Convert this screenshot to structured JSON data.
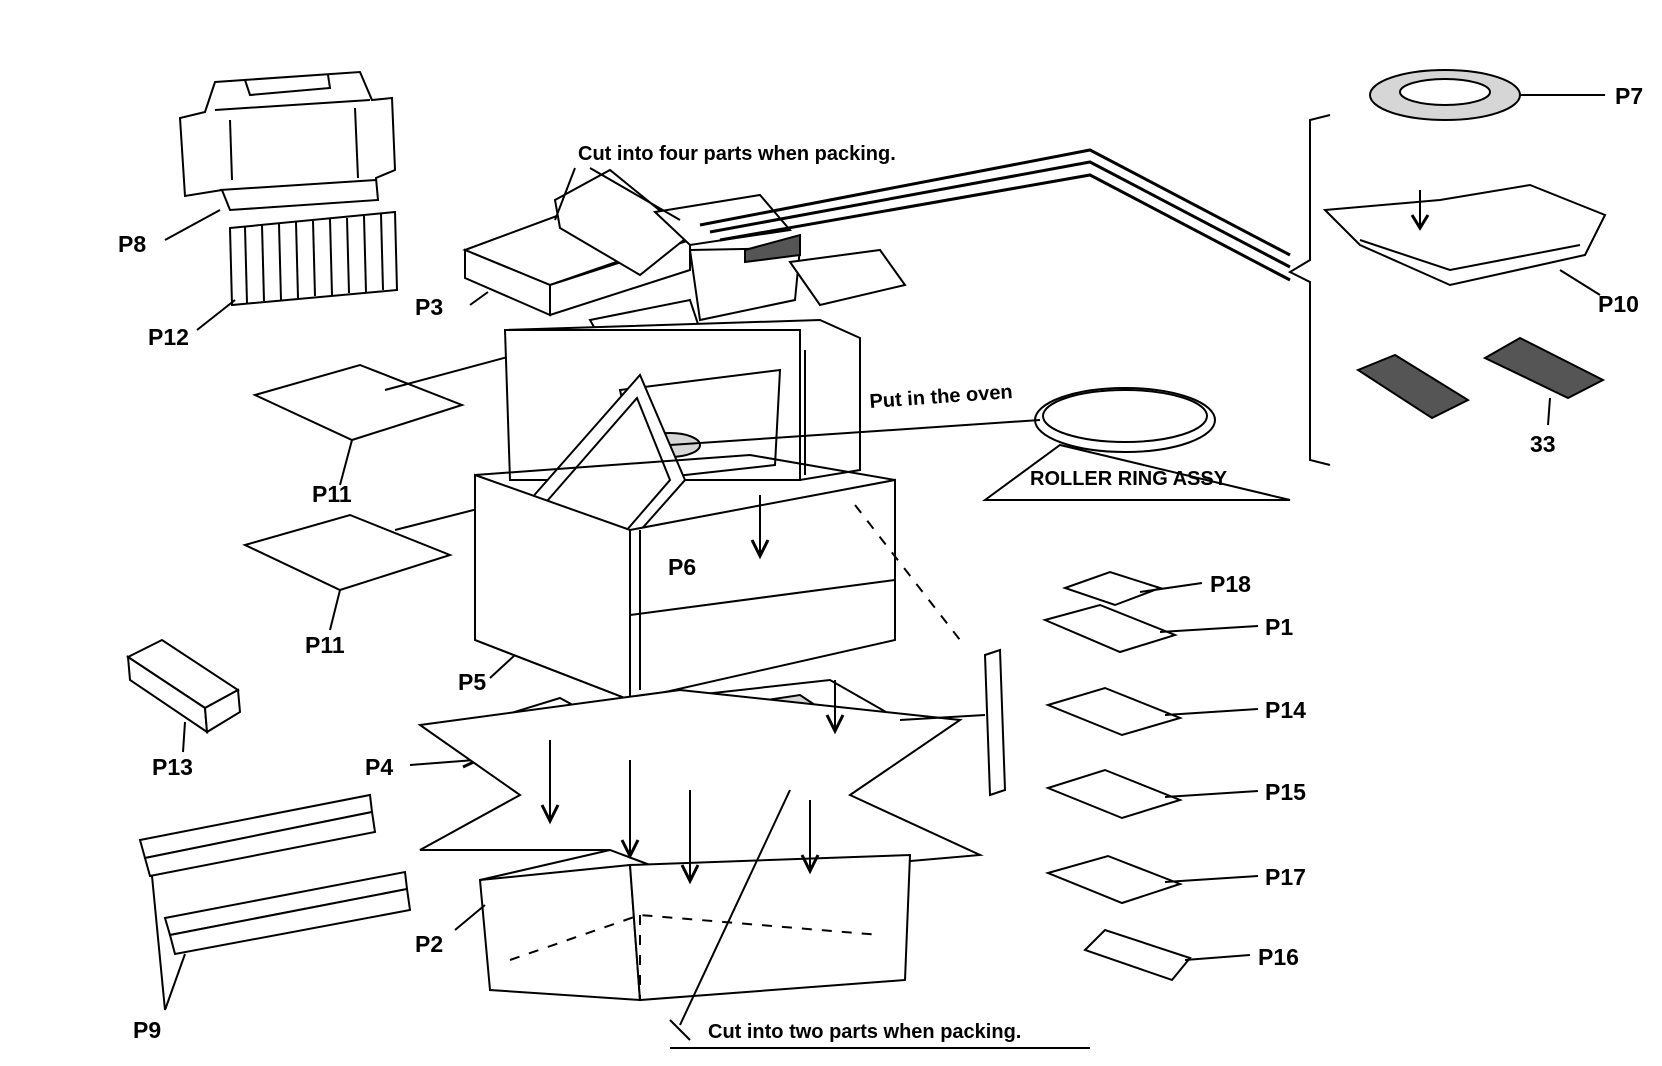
{
  "labels": {
    "p1": "P1",
    "p2": "P2",
    "p3": "P3",
    "p4": "P4",
    "p5": "P5",
    "p6": "P6",
    "p7": "P7",
    "p8": "P8",
    "p9": "P9",
    "p10": "P10",
    "p11a": "P11",
    "p11b": "P11",
    "p12": "P12",
    "p13": "P13",
    "p14": "P14",
    "p15": "P15",
    "p16": "P16",
    "p17": "P17",
    "p18": "P18",
    "n33": "33",
    "roller": "ROLLER RING ASSY"
  },
  "annotations": {
    "cut_four": "Cut into four  parts when packing.",
    "cut_two": "Cut into two parts when packing.",
    "put_oven": "Put in the oven"
  }
}
